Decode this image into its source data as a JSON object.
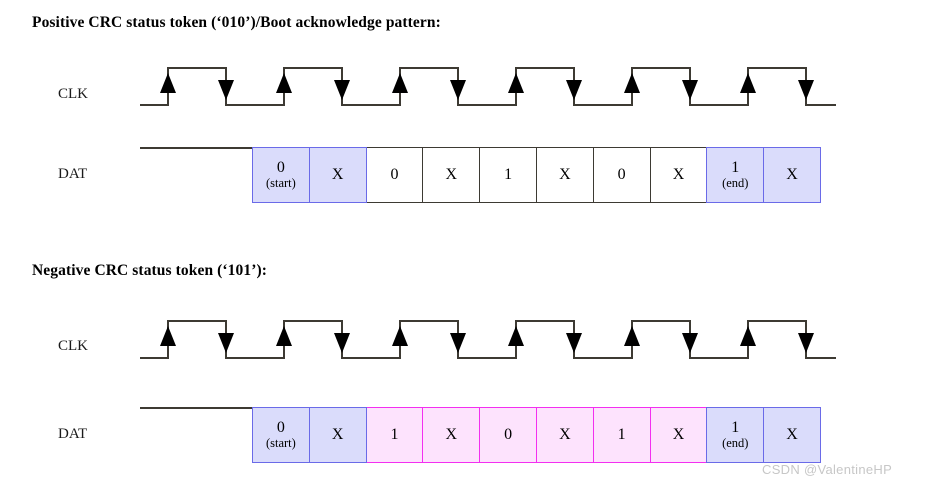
{
  "figure": {
    "watermark": "CSDN @ValentineHP"
  },
  "colors": {
    "blue_fill": "#dadcfb",
    "blue_border": "#6a6ae8",
    "pink_fill": "#fde3fd",
    "pink_border": "#f32ff0",
    "line": "#3d3a33",
    "text": "#000000",
    "watermark": "#c7c7c7"
  },
  "diagrams": [
    {
      "title": "Positive CRC status token (‘010’)/Boot acknowledge pattern:",
      "clk_label": "CLK",
      "dat_label": "DAT",
      "clock": {
        "cycles": 5,
        "rising_edge_marker": "up-arrow",
        "falling_edge_marker": "down-arrow"
      },
      "cells": [
        {
          "main": "0",
          "sub": "(start)",
          "style": "blue"
        },
        {
          "main": "X",
          "sub": "",
          "style": "blue"
        },
        {
          "main": "0",
          "sub": "",
          "style": "plain"
        },
        {
          "main": "X",
          "sub": "",
          "style": "plain"
        },
        {
          "main": "1",
          "sub": "",
          "style": "plain"
        },
        {
          "main": "X",
          "sub": "",
          "style": "plain"
        },
        {
          "main": "0",
          "sub": "",
          "style": "plain"
        },
        {
          "main": "X",
          "sub": "",
          "style": "plain"
        },
        {
          "main": "1",
          "sub": "(end)",
          "style": "blue"
        },
        {
          "main": "X",
          "sub": "",
          "style": "blue"
        }
      ]
    },
    {
      "title": "Negative CRC status token (‘101’):",
      "clk_label": "CLK",
      "dat_label": "DAT",
      "clock": {
        "cycles": 5,
        "rising_edge_marker": "up-arrow",
        "falling_edge_marker": "down-arrow"
      },
      "cells": [
        {
          "main": "0",
          "sub": "(start)",
          "style": "blue"
        },
        {
          "main": "X",
          "sub": "",
          "style": "blue"
        },
        {
          "main": "1",
          "sub": "",
          "style": "pink"
        },
        {
          "main": "X",
          "sub": "",
          "style": "pink"
        },
        {
          "main": "0",
          "sub": "",
          "style": "pink"
        },
        {
          "main": "X",
          "sub": "",
          "style": "pink"
        },
        {
          "main": "1",
          "sub": "",
          "style": "pink"
        },
        {
          "main": "X",
          "sub": "",
          "style": "pink"
        },
        {
          "main": "1",
          "sub": "(end)",
          "style": "blue"
        },
        {
          "main": "X",
          "sub": "",
          "style": "blue"
        }
      ]
    }
  ]
}
